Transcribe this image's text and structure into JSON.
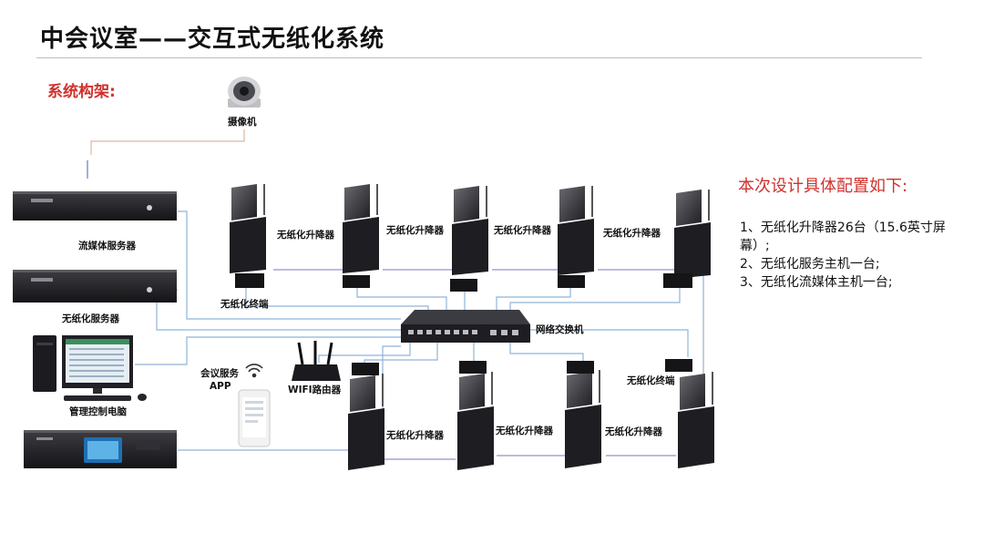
{
  "title": "中会议室——交互式无纸化系统",
  "architecture_label": "系统构架:",
  "devices": {
    "camera": "摄像机",
    "streaming_server": "流媒体服务器",
    "paperless_server": "无纸化服务器",
    "admin_pc": "管理控制电脑",
    "switch": "网络交换机",
    "router": "WIFI路由器",
    "app_line1": "会议服务",
    "app_line2": "APP",
    "lift": "无纸化升降器",
    "terminal": "无纸化终端"
  },
  "config": {
    "heading": "本次设计具体配置如下:",
    "items": [
      "1、无纸化升降器26台（15.6英寸屏幕）;",
      "2、无纸化服务主机一台;",
      "3、无纸化流媒体主机一台;"
    ]
  },
  "colors": {
    "accent_red": "#d0312d",
    "link_blue": "#8fb3d9",
    "link_purple": "#9b8fc9",
    "device_dark": "#1e1e22"
  }
}
